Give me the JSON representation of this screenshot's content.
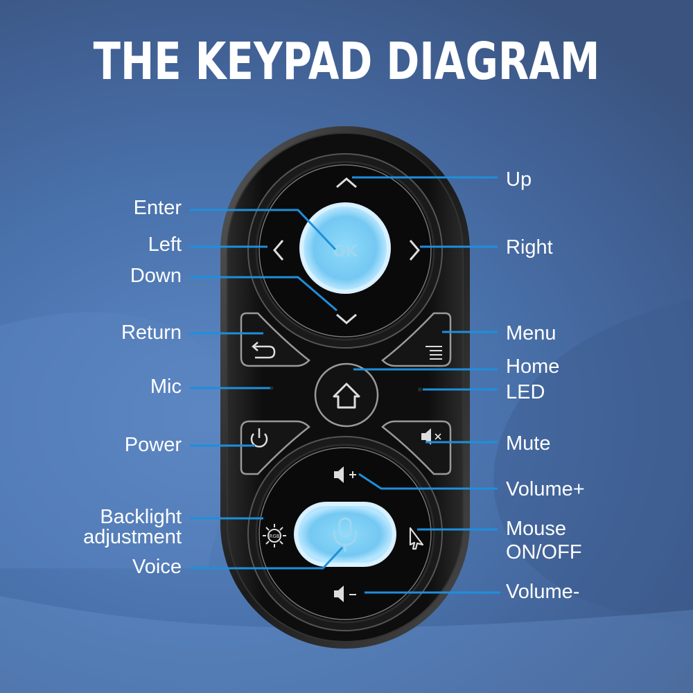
{
  "title": "THE KEYPAD DIAGRAM",
  "button_glyphs": {
    "ok": "OK",
    "rgb": "RGB"
  },
  "labels": {
    "up": "Up",
    "enter": "Enter",
    "left": "Left",
    "right": "Right",
    "down": "Down",
    "return": "Return",
    "menu": "Menu",
    "home": "Home",
    "mic": "Mic",
    "led": "LED",
    "power": "Power",
    "mute": "Mute",
    "volume_plus": "Volume+",
    "backlight_line1": "Backlight",
    "backlight_line2": "adjustment",
    "mouse_line1": "Mouse",
    "mouse_line2": "ON/OFF",
    "voice": "Voice",
    "volume_minus": "Volume-"
  },
  "colors": {
    "callout_line": "#1e8fdc",
    "button_glow": "#7fd0f5",
    "remote_body": "#141414",
    "background": "#4a73ad"
  },
  "icons": [
    "arrow-up-icon",
    "arrow-down-icon",
    "arrow-left-icon",
    "arrow-right-icon",
    "back-arrow-icon",
    "menu-lines-icon",
    "home-icon",
    "power-icon",
    "mute-icon",
    "volume-up-icon",
    "volume-down-icon",
    "mouse-pointer-icon",
    "backlight-sun-icon",
    "microphone-icon"
  ]
}
